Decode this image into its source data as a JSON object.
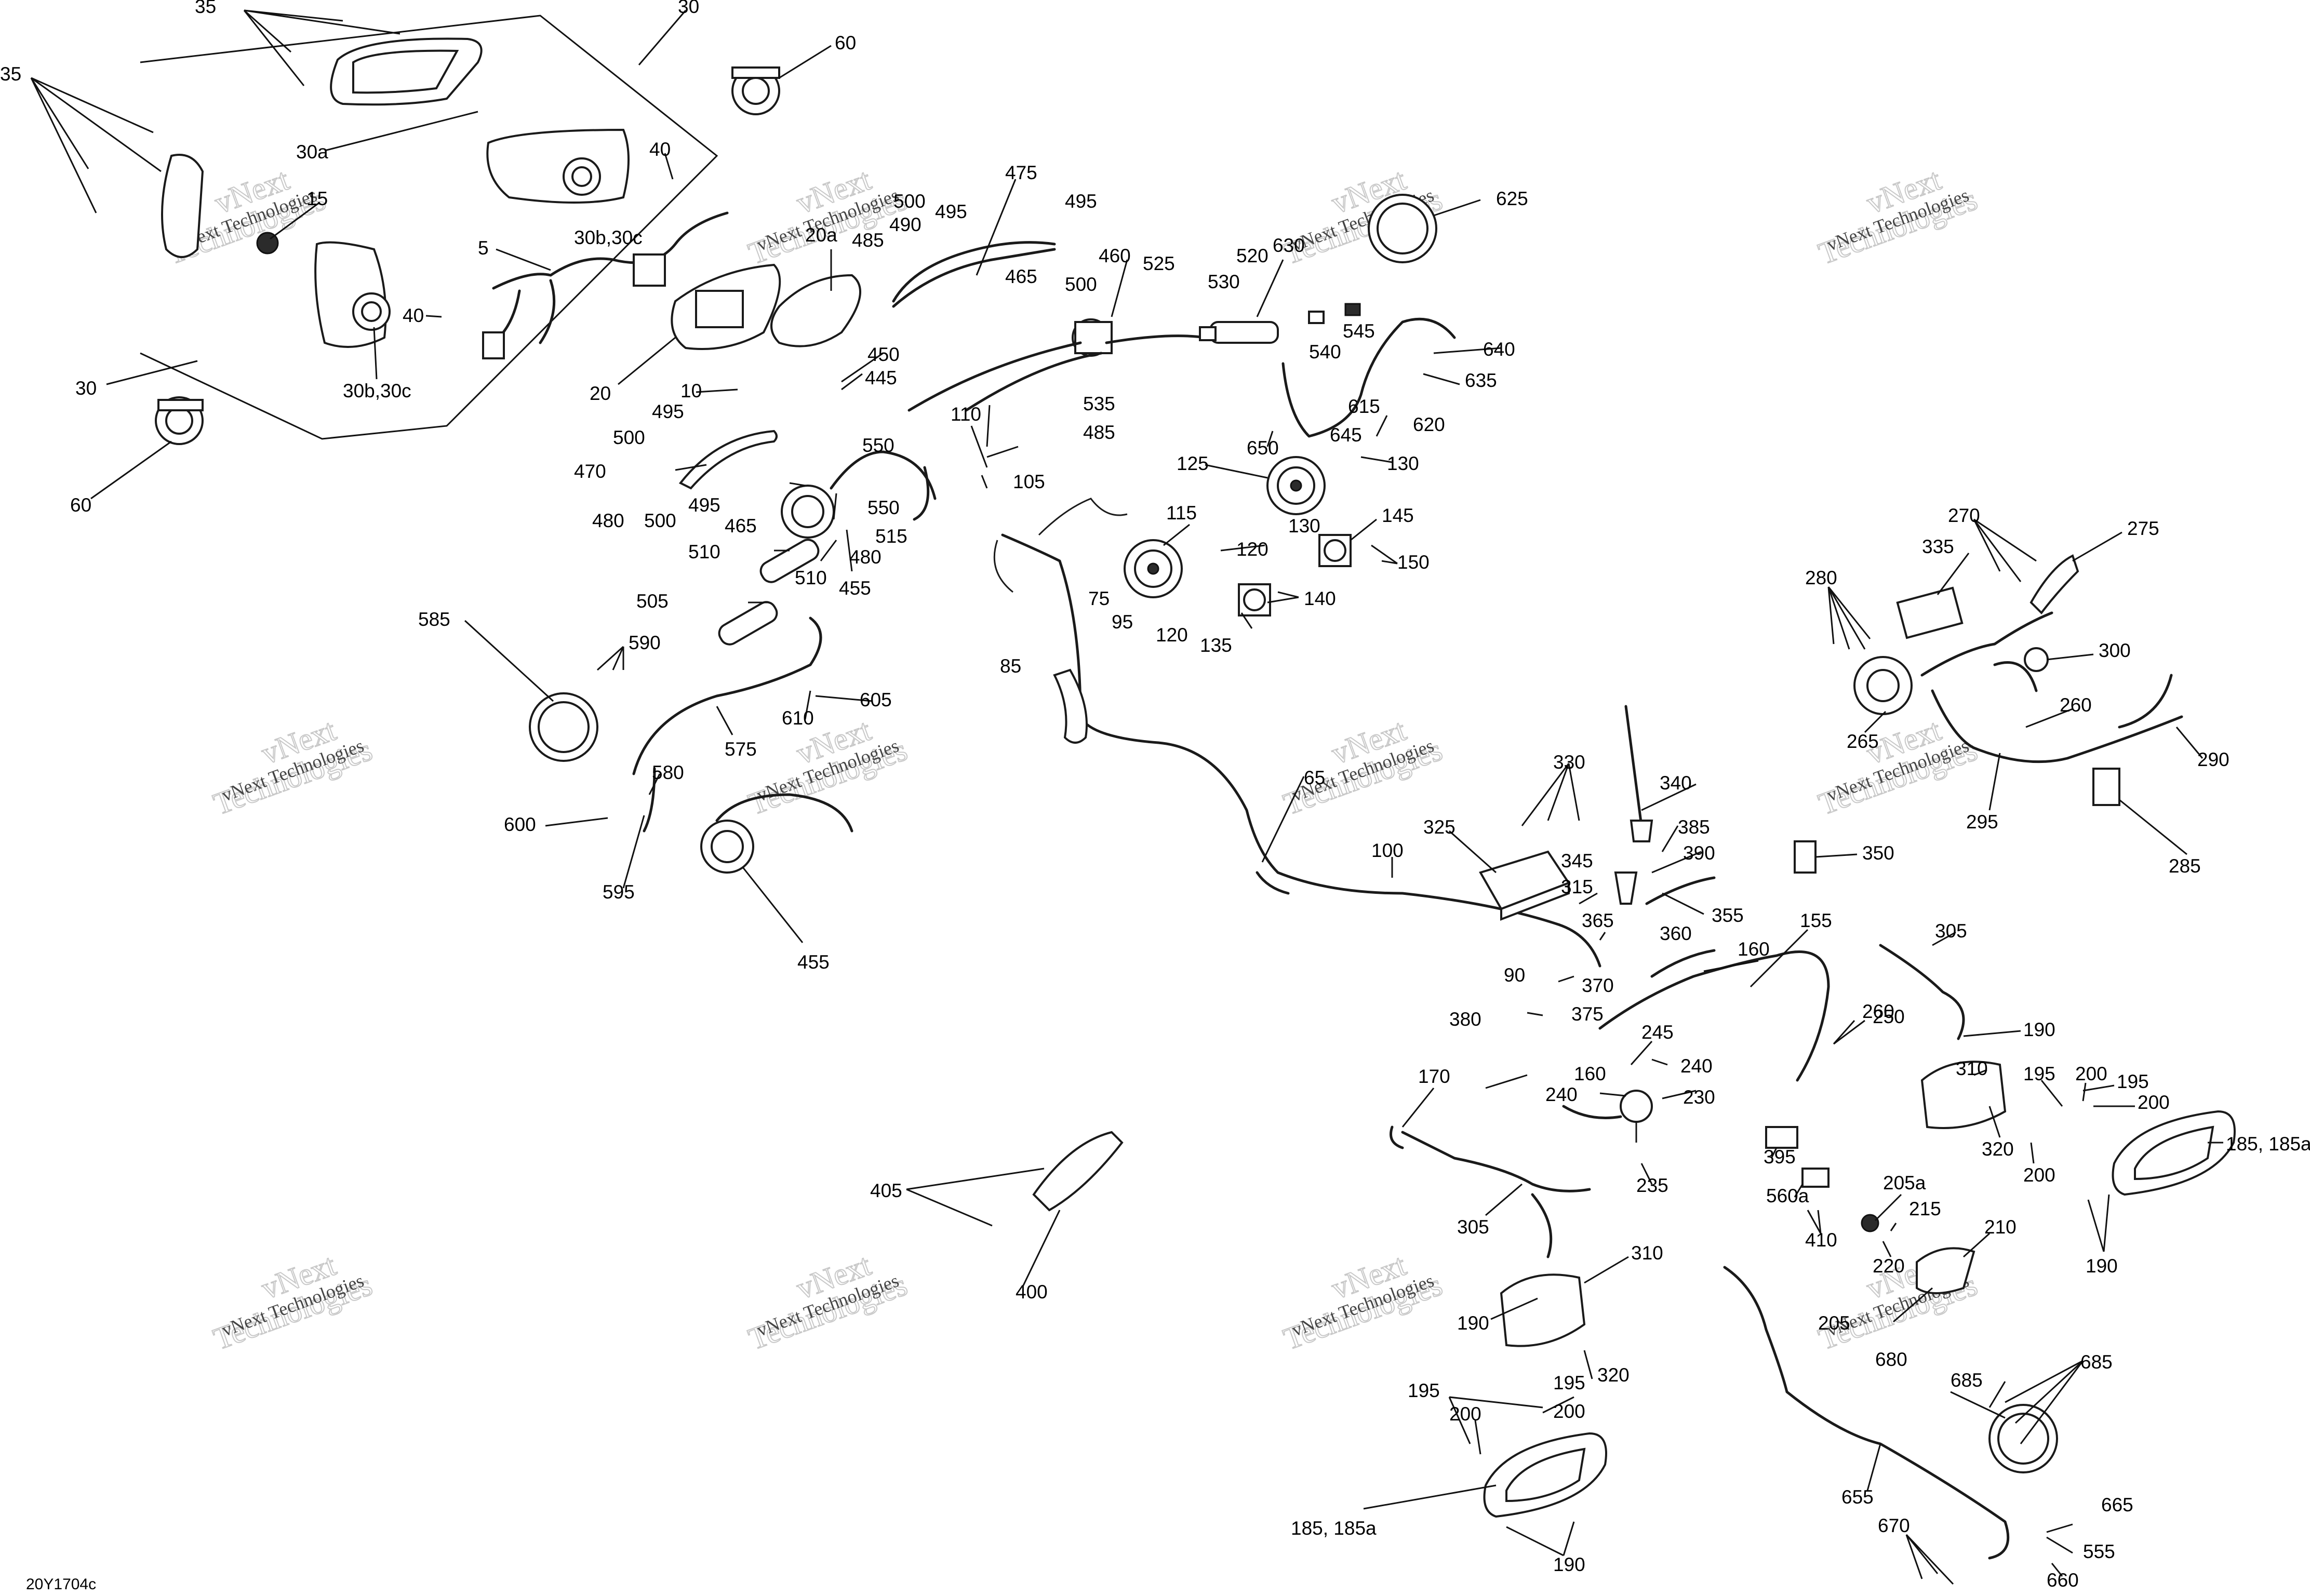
{
  "diagram_code": "20Y1704c",
  "watermark": {
    "line1": "vNext Technologies",
    "line2": "vNext",
    "line3": "Technologies"
  },
  "callouts": [
    "35",
    "30",
    "60",
    "35",
    "30a",
    "15",
    "40",
    "30b,30c",
    "40",
    "30b,30c",
    "30",
    "60",
    "5",
    "20",
    "20a",
    "485",
    "490",
    "500",
    "495",
    "475",
    "495",
    "500",
    "465",
    "460",
    "525",
    "530",
    "520",
    "630",
    "625",
    "540",
    "545",
    "640",
    "635",
    "620",
    "615",
    "645",
    "650",
    "10",
    "450",
    "445",
    "535",
    "485",
    "495",
    "500",
    "470",
    "480",
    "500",
    "495",
    "465",
    "510",
    "510",
    "480",
    "515",
    "550",
    "550",
    "455",
    "110",
    "105",
    "125",
    "130",
    "130",
    "145",
    "150",
    "115",
    "120",
    "120",
    "140",
    "135",
    "75",
    "95",
    "85",
    "505",
    "585",
    "590",
    "575",
    "610",
    "605",
    "580",
    "600",
    "595",
    "455",
    "65",
    "330",
    "340",
    "325",
    "385",
    "390",
    "345",
    "315",
    "355",
    "100",
    "365",
    "360",
    "90",
    "370",
    "375",
    "380",
    "155",
    "160",
    "250",
    "260",
    "160",
    "245",
    "240",
    "240",
    "230",
    "235",
    "170",
    "305",
    "395",
    "560a",
    "410",
    "205a",
    "215",
    "220",
    "210",
    "205",
    "310",
    "190",
    "320",
    "195",
    "200",
    "195",
    "200",
    "185, 185a",
    "190",
    "680",
    "685",
    "685",
    "655",
    "665",
    "670",
    "555",
    "660",
    "280",
    "335",
    "270",
    "275",
    "300",
    "265",
    "260",
    "290",
    "295",
    "350",
    "285",
    "305",
    "190",
    "310",
    "320",
    "195",
    "200",
    "195",
    "200",
    "200",
    "185, 185a",
    "190",
    "405",
    "400"
  ]
}
